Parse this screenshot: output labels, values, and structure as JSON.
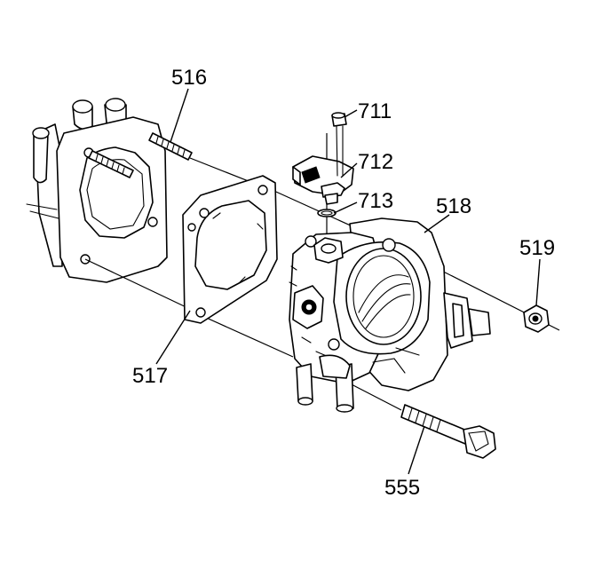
{
  "callouts": {
    "c516": "516",
    "c711": "711",
    "c712": "712",
    "c713": "713",
    "c518": "518",
    "c519": "519",
    "c517": "517",
    "c555": "555"
  }
}
